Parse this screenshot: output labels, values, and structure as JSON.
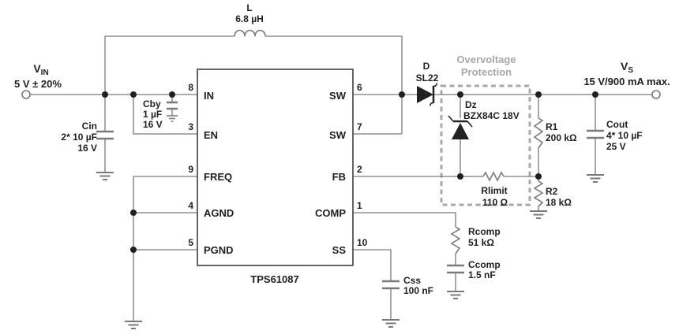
{
  "input": {
    "label": "V",
    "label_sub": "IN",
    "spec": "5 V ± 20%"
  },
  "output": {
    "label": "V",
    "label_sub": "S",
    "spec": "15 V/900 mA max."
  },
  "ic": {
    "name": "TPS61087",
    "left_pins": [
      {
        "num": "8",
        "label": "IN"
      },
      {
        "num": "3",
        "label": "EN"
      },
      {
        "num": "9",
        "label": "FREQ"
      },
      {
        "num": "4",
        "label": "AGND"
      },
      {
        "num": "5",
        "label": "PGND"
      }
    ],
    "right_pins": [
      {
        "num": "6",
        "label": "SW"
      },
      {
        "num": "7",
        "label": "SW"
      },
      {
        "num": "2",
        "label": "FB"
      },
      {
        "num": "1",
        "label": "COMP"
      },
      {
        "num": "10",
        "label": "SS"
      }
    ]
  },
  "protection": {
    "line1": "Overvoltage",
    "line2": "Protection"
  },
  "components": {
    "l": {
      "ref": "L",
      "value": "6.8 µH"
    },
    "cin": {
      "ref": "Cin",
      "value": "2* 10 µF",
      "rating": "16 V"
    },
    "cby": {
      "ref": "Cby",
      "value": "1 µF",
      "rating": "16 V"
    },
    "d": {
      "ref": "D",
      "value": "SL22"
    },
    "dz": {
      "ref": "Dz",
      "value": "BZX84C 18V"
    },
    "rlimit": {
      "ref": "Rlimit",
      "value": "110 Ω"
    },
    "r1": {
      "ref": "R1",
      "value": "200 kΩ"
    },
    "r2": {
      "ref": "R2",
      "value": "18 kΩ"
    },
    "cout": {
      "ref": "Cout",
      "value": "4* 10 µF",
      "rating": "25 V"
    },
    "rcomp": {
      "ref": "Rcomp",
      "value": "51 kΩ"
    },
    "ccomp": {
      "ref": "Ccomp",
      "value": "1.5 nF"
    },
    "css": {
      "ref": "Css",
      "value": "100 nF"
    }
  },
  "colors": {
    "wire": "#7a7a7a",
    "dark": "#222222",
    "gray": "#a8a8a8"
  }
}
